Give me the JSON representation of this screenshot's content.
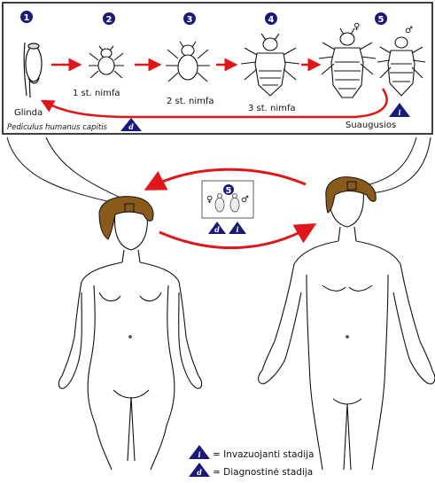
{
  "lifecycle": {
    "species_label": "Pediculus humanus capitis",
    "stages": [
      {
        "number": "1",
        "label": "Glinda"
      },
      {
        "number": "2",
        "label": "1 st. nimfa"
      },
      {
        "number": "3",
        "label": "2 st. nimfa"
      },
      {
        "number": "4",
        "label": "3 st. nimfa"
      },
      {
        "number": "5",
        "label": "Suaugusios"
      }
    ],
    "female_symbol": "♀",
    "male_symbol": "♂"
  },
  "transmission": {
    "stage_number": "5",
    "female_symbol": "♀",
    "male_symbol": "♂"
  },
  "badges": {
    "infective_letter": "i",
    "diagnostic_letter": "d"
  },
  "legend": {
    "infective_text": "= Invazuojanti stadija",
    "diagnostic_text": "= Diagnostinė stadija"
  },
  "colors": {
    "arrow_red": "#e0161b",
    "badge_navy": "#1a1a7a",
    "hair_brown": "#8a5a1a",
    "outline": "#111111"
  }
}
